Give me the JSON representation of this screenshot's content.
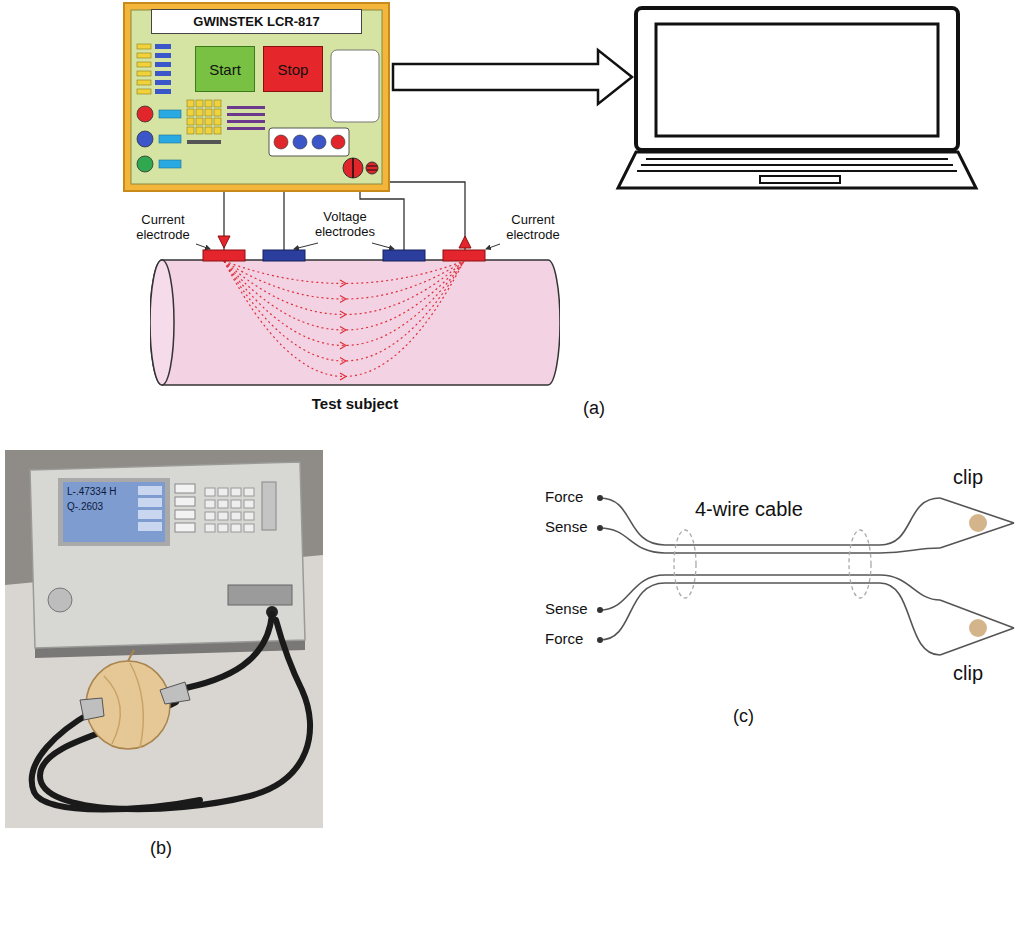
{
  "diagram": {
    "nodes": [
      {
        "text": [
          "GWINSTEK LCR-817"
        ]
      },
      {
        "text": [
          "Start"
        ],
        "in": 0
      },
      {
        "text": [
          "Stop"
        ],
        "in": 0
      },
      {
        "text": [
          "Test subject"
        ]
      }
    ],
    "labels": [
      "Current electrode",
      "Voltage electrodes",
      "Current electrode",
      "(a)",
      "L-.47334 H",
      "Q-.2603",
      "(b)",
      "Force",
      "Sense",
      "Sense",
      "Force",
      "4-wire cable",
      "clip",
      "clip",
      "(c)"
    ]
  }
}
